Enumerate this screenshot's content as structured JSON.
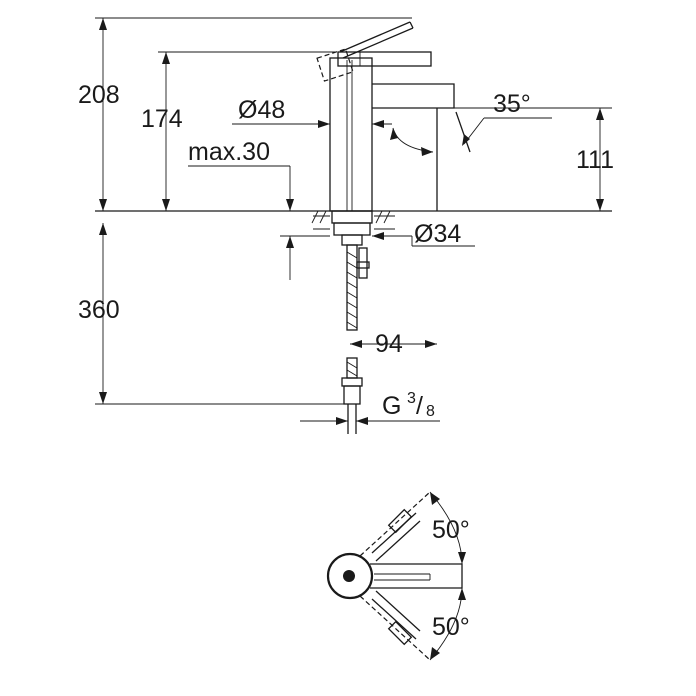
{
  "dimensions": {
    "total_height": "208",
    "spout_height": "174",
    "body_diameter": "Ø48",
    "max_thickness": "max.30",
    "spout_angle": "35°",
    "outlet_height": "111",
    "hole_diameter": "Ø34",
    "hose_length": "360",
    "spout_reach": "94",
    "connection_prefix": "G",
    "connection_num": "3",
    "connection_den": "8",
    "lever_angle_back": "50°",
    "lever_angle_front": "50°"
  },
  "colors": {
    "line": "#1a1a1a",
    "background": "#ffffff"
  }
}
